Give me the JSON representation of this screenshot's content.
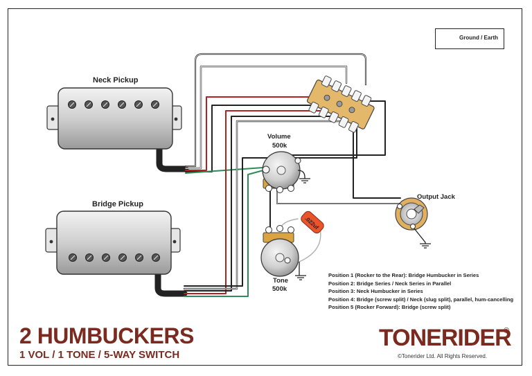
{
  "labels": {
    "neck_pickup": "Neck Pickup",
    "bridge_pickup": "Bridge Pickup",
    "volume": "Volume",
    "volume_value": "500k",
    "tone": "Tone",
    "tone_value": "500k",
    "output_jack": "Output Jack",
    "capacitor": ".022uf",
    "legend_ground": "Ground / Earth"
  },
  "switch_positions": [
    "Position 1 (Rocker to the Rear): Bridge Humbucker in Series",
    "Position 2: Bridge Series / Neck Series in Parallel",
    "Position 3: Neck Humbucker in Series",
    "Position 4: Bridge (screw split) / Neck (slug split), parallel, hum-cancelling",
    "Position 5 (Rocker Forward): Bridge (screw split)"
  ],
  "title": {
    "main": "2 HUMBUCKERS",
    "sub": "1 VOL / 1 TONE / 5-WAY SWITCH"
  },
  "brand": {
    "name": "TONERIDER",
    "registered": "®",
    "copyright": "©Tonerider Ltd. All Rights Reserved."
  },
  "colors": {
    "brand": "#7a2a1e",
    "wire_black": "#222222",
    "wire_red": "#b22222",
    "wire_green": "#2e8b57",
    "wire_white": "#ffffff",
    "capacitor": "#e8552b",
    "switch_body": "#e3b86a",
    "pot_lug": "#d9a441"
  }
}
